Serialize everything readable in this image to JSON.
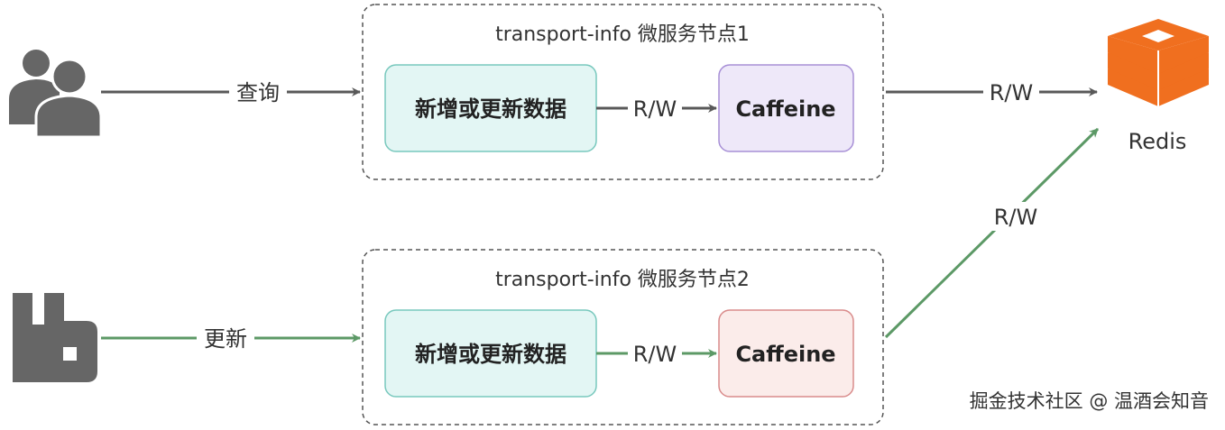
{
  "node1": {
    "title": "transport-info 微服务节点1",
    "left_box": "新增或更新数据",
    "right_box": "Caffeine",
    "inner_edge": "R/W"
  },
  "node2": {
    "title": "transport-info 微服务节点2",
    "left_box": "新增或更新数据",
    "right_box": "Caffeine",
    "inner_edge": "R/W"
  },
  "edges": {
    "query": "查询",
    "update": "更新",
    "node1_to_redis": "R/W",
    "node2_to_redis": "R/W"
  },
  "redis": {
    "label": "Redis"
  },
  "watermark": "掘金技术社区 @ 温酒会知音",
  "colors": {
    "gray_arrow": "#595959",
    "green_arrow": "#5c9966",
    "teal_fill": "#e3f6f4",
    "teal_stroke": "#78c8bd",
    "purple_fill": "#eee8f9",
    "purple_stroke": "#a78fd6",
    "pink_fill": "#fbecea",
    "pink_stroke": "#d98b8b",
    "redis_orange": "#f06f1f",
    "icon_gray": "#666666"
  }
}
